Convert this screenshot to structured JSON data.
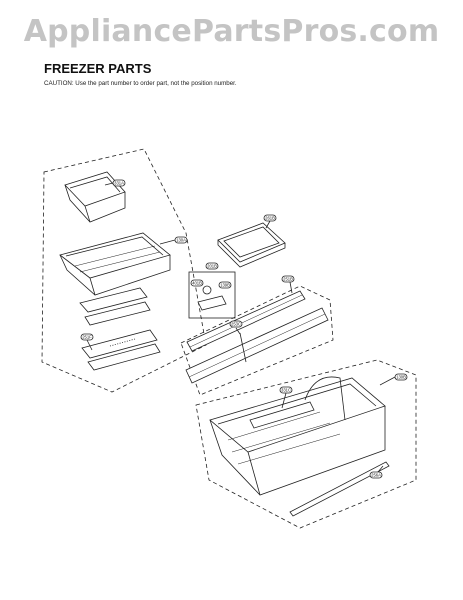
{
  "watermark": "AppliancePartsPros.com",
  "title": "FREEZER PARTS",
  "caution": "CAUTION: Use the part number to order part, not the position number.",
  "parts": [
    {
      "id": "tray-top-left",
      "label": "331A"
    },
    {
      "id": "basket-left",
      "label": "130A"
    },
    {
      "id": "divider-left",
      "label": "251F"
    },
    {
      "id": "cover",
      "label": "261B"
    },
    {
      "id": "part-small",
      "label": "201B"
    },
    {
      "id": "part-a",
      "label": "401B"
    },
    {
      "id": "part-b",
      "label": "139B"
    },
    {
      "id": "rail-right",
      "label": "251B"
    },
    {
      "id": "rail-center",
      "label": "253C"
    },
    {
      "id": "divider-bottom",
      "label": "331C"
    },
    {
      "id": "basket-large",
      "label": "130B"
    },
    {
      "id": "rod",
      "label": "256A"
    }
  ]
}
